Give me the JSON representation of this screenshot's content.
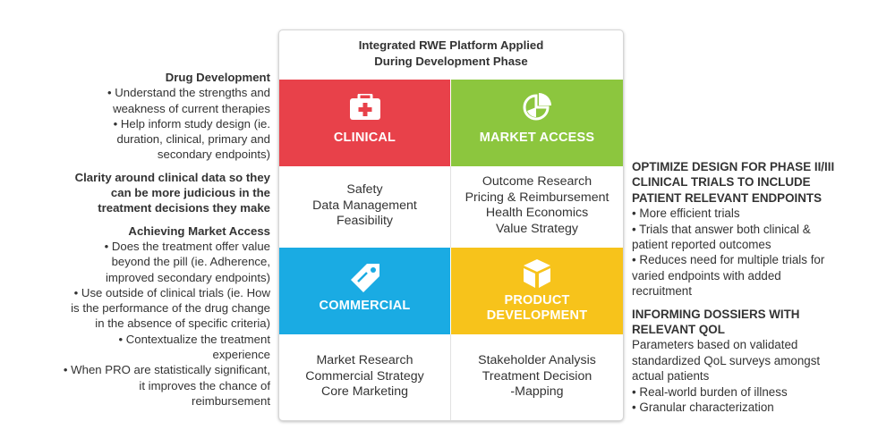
{
  "left": {
    "sections": [
      {
        "heading": "Drug Development",
        "lines": [
          "• Understand the strengths and",
          "weakness of current therapies",
          "• Help inform study design (ie.",
          "duration, clinical, primary and",
          "secondary endpoints)"
        ]
      },
      {
        "heading_lines": [
          "Clarity around clinical data so they",
          "can be more judicious in the",
          "treatment decisions they make"
        ]
      },
      {
        "heading": "Achieving Market Access",
        "lines": [
          "• Does the treatment offer value",
          "beyond the pill (ie. Adherence,",
          "improved secondary endpoints)",
          "• Use outside of clinical trials (ie. How",
          "is the performance of the drug change",
          "in the absence of specific criteria)",
          "• Contextualize the treatment",
          "experience",
          "• When PRO are statistically significant,",
          "it improves the chance of",
          "reimbursement"
        ]
      }
    ]
  },
  "panel": {
    "title_lines": [
      "Integrated RWE Platform Applied",
      "During Development Phase"
    ],
    "tiles": [
      {
        "label": "CLINICAL",
        "color": "#e8414a",
        "icon": "first-aid-kit-icon"
      },
      {
        "label": "MARKET ACCESS",
        "color": "#8cc63e",
        "icon": "pie-chart-icon"
      },
      {
        "label": "COMMERCIAL",
        "color": "#1aabe3",
        "icon": "price-tag-icon"
      },
      {
        "label_lines": [
          "PRODUCT",
          "DEVELOPMENT"
        ],
        "color": "#f7c31b",
        "icon": "box-icon"
      }
    ],
    "cells": [
      [
        "Safety",
        "Data Management",
        "Feasibility"
      ],
      [
        "Outcome Research",
        "Pricing & Reimbursement",
        "Health Economics",
        "Value Strategy"
      ],
      [
        "Market Research",
        "Commercial Strategy",
        "Core Marketing"
      ],
      [
        "Stakeholder Analysis",
        "Treatment Decision",
        "-Mapping"
      ]
    ]
  },
  "right": {
    "sections": [
      {
        "heading_lines": [
          "OPTIMIZE DESIGN FOR PHASE II/III",
          "CLINICAL TRIALS TO INCLUDE",
          "PATIENT RELEVANT ENDPOINTS"
        ],
        "lines": [
          "• More efficient trials",
          "• Trials that answer both clinical &",
          "patient reported outcomes",
          "• Reduces need for multiple trials for",
          "varied endpoints with added",
          "recruitment"
        ]
      },
      {
        "heading_lines": [
          "INFORMING DOSSIERS WITH",
          "RELEVANT QOL"
        ],
        "lines": [
          "Parameters based on validated",
          "standardized QoL surveys amongst",
          "actual patients",
          "• Real-world burden of illness",
          "• Granular characterization"
        ]
      }
    ]
  }
}
